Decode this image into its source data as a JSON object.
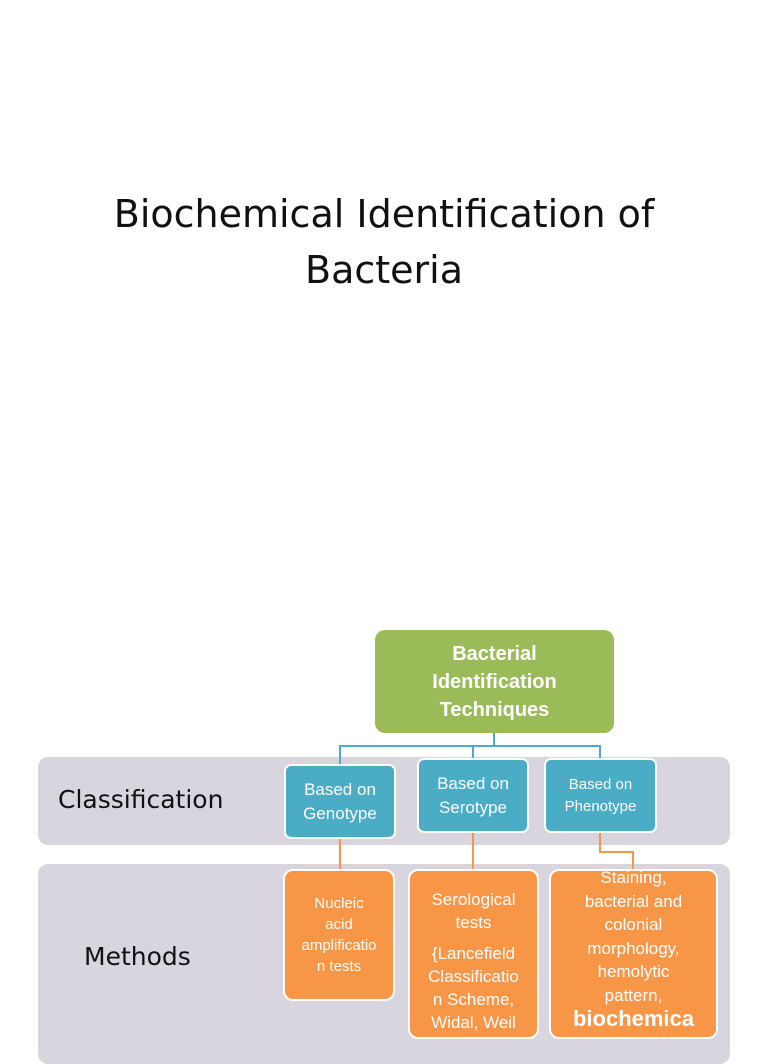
{
  "title": {
    "line1": "Biochemical Identification of",
    "line2": "Bacteria"
  },
  "diagram": {
    "root": {
      "line1": "Bacterial",
      "line2": "Identification",
      "line3": "Techniques"
    },
    "rows": {
      "classification_label": "Classification",
      "methods_label": "Methods"
    },
    "classification": [
      {
        "line1": "Based on",
        "line2": "Genotype"
      },
      {
        "line1": "Based on",
        "line2": "Serotype"
      },
      {
        "line1": "Based on",
        "line2": "Phenotype"
      }
    ],
    "methods": {
      "genotype": [
        "Nucleic",
        "acid",
        "amplificatio",
        "n tests"
      ],
      "serotype": [
        "Serological",
        "tests",
        "{Lancefield",
        "Classificatio",
        "n Scheme,",
        "Widal, Weil"
      ],
      "phenotype": [
        "Staining,",
        "bacterial and",
        "colonial",
        "morphology,",
        "hemolytic",
        "pattern,"
      ],
      "phenotype_bold": "biochemica"
    },
    "colors": {
      "root": "#9bbb59",
      "classification": "#4bacc6",
      "methods": "#f79646",
      "band": "#d9d5df"
    }
  }
}
